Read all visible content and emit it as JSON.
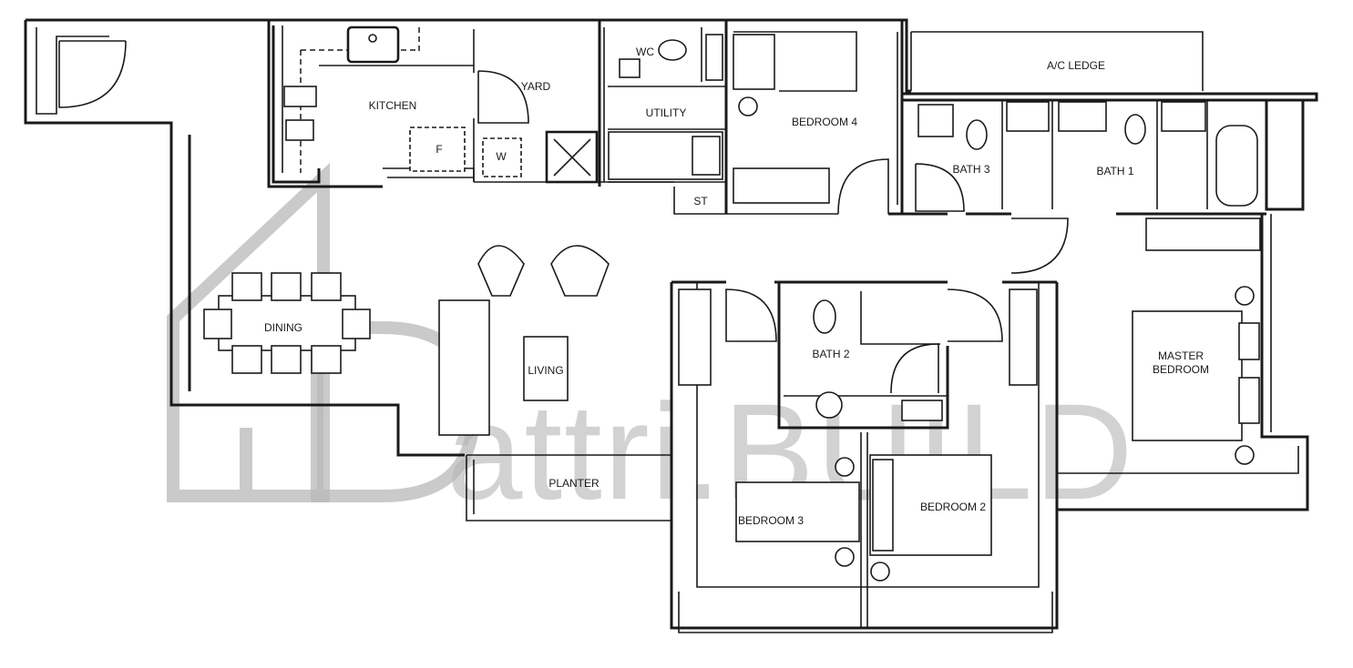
{
  "rooms": {
    "kitchen": "KITCHEN",
    "yard": "YARD",
    "wc": "WC",
    "utility": "UTILITY",
    "bedroom4": "BEDROOM 4",
    "ac_ledge": "A/C LEDGE",
    "bath3": "BATH 3",
    "bath1": "BATH 1",
    "st": "ST",
    "dining": "DINING",
    "living": "LIVING",
    "bath2": "BATH 2",
    "master_line1": "MASTER",
    "master_line2": "BEDROOM",
    "planter": "PLANTER",
    "bedroom3": "BEDROOM 3",
    "bedroom2": "BEDROOM 2"
  },
  "fixtures": {
    "fridge": "F",
    "washer": "W"
  },
  "watermark": {
    "text": "attri.BUILD"
  }
}
